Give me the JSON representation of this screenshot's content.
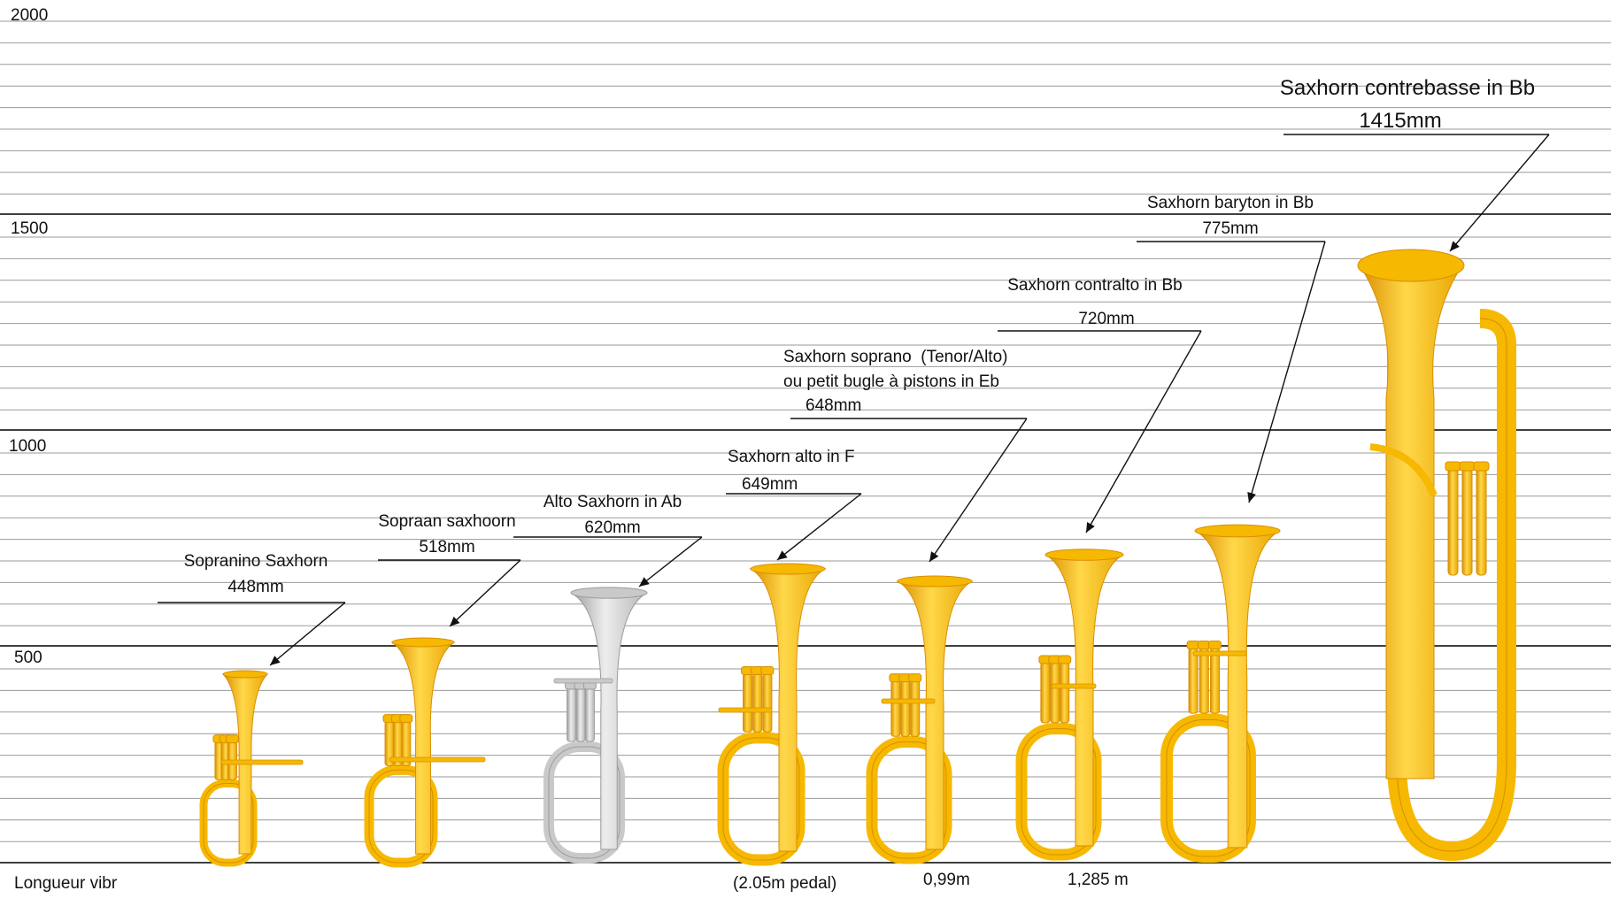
{
  "axis": {
    "ticks": [
      "2000",
      "1500",
      "1000",
      "500"
    ],
    "bottom_label": "Longueur vibr"
  },
  "instruments": [
    {
      "name": "Sopranino Saxhorn",
      "size": "448mm",
      "color": "gold"
    },
    {
      "name": "Sopraan saxhoorn",
      "size": "518mm",
      "color": "gold"
    },
    {
      "name": "Alto Saxhorn in Ab",
      "size": "620mm",
      "color": "silver"
    },
    {
      "name": "Saxhorn alto in F",
      "size": "649mm",
      "color": "gold",
      "footnote": "(2.05m pedal)"
    },
    {
      "name_line1": "Saxhorn soprano  (Tenor/Alto)",
      "name_line2": "ou petit bugle à pistons in Eb",
      "size": "648mm",
      "color": "gold",
      "footnote": "0,99m"
    },
    {
      "name": "Saxhorn contralto in Bb",
      "size": "720mm",
      "color": "gold",
      "footnote": "1,285 m"
    },
    {
      "name": "Saxhorn baryton in Bb",
      "size": "775mm",
      "color": "gold"
    },
    {
      "name": "Saxhorn contrebasse in Bb",
      "size": "1415mm",
      "color": "gold"
    }
  ],
  "colors": {
    "gold_light": "#FFD84A",
    "gold_mid": "#F6B800",
    "gold_dark": "#D98E00",
    "silver_light": "#EDEDED",
    "silver_mid": "#C9C9C9",
    "silver_dark": "#9C9C9C",
    "major_line": "#000000",
    "minor_line": "#9a9a9a"
  }
}
